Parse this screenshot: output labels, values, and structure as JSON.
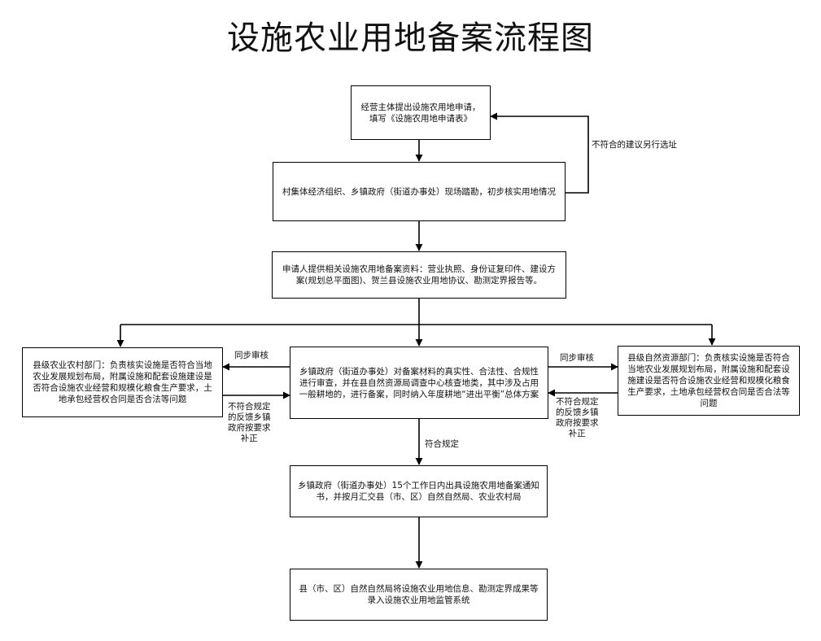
{
  "title": "设施农业用地备案流程图",
  "boxes": {
    "b1": "经营主体提出设施农用地申请，填写《设施农用地申请表》",
    "b2": "村集体经济组织、乡镇政府（街道办事处）现场踏勘，初步核实用地情况",
    "b3": "申请人提供相关设施农用地备案资料：营业执照、身份证复印件、建设方案(规划总平面图)、贺兰县设施农业用地协议、勘测定界报告等。",
    "b4": "乡镇政府（街道办事处）对备案材料的真实性、合法性、合规性进行审查，并在县自然资源局调查中心核查地类，其中涉及占用一般耕地的，进行备案，同时纳入年度耕地“进出平衡”总体方案",
    "left": "县级农业农村部门：负责核实设施是否符合当地农业发展规划布局，附属设施和配套设施建设是否符合设施农业经营和规模化粮食生产要求，土地承包经营权合同是否合法等问题",
    "right": "县级自然资源部门：负责核实设施是否符合当地农业发展规划布局，附属设施和配套设施建设是否符合设施农业经营和规模化粮食生产要求，土地承包经营权合同是否合法等问题",
    "b5": "乡镇政府（街道办事处）15个工作日内出具设施农用地备案通知书，并按月汇交县（市、区）自然自然局、农业农村局",
    "b6": "县（市、区）自然自然局将设施农业用地信息、勘测定界成果等录入设施农业用地监管系统"
  },
  "labels": {
    "reselect": "不符合的建议另行选址",
    "sync_left": "同步审核",
    "sync_right": "同步审核",
    "fix_left": "不符合规定\n的反馈乡镇\n政府按要求\n补正",
    "fix_right": "不符合规定\n的反馈乡镇\n政府按要求\n补正",
    "compliant": "符合规定"
  }
}
